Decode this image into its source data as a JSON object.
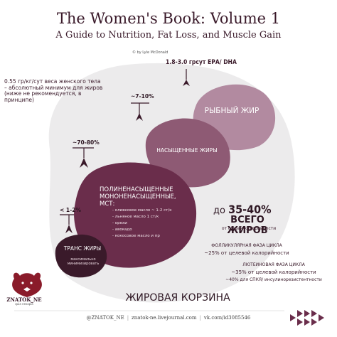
{
  "header": {
    "title": "The Women's Book: Volume 1",
    "subtitle": "A Guide to Nutrition, Fat Loss, and Muscle Gain",
    "author_credit": "© by Lyle McDonald"
  },
  "annotations": {
    "top_value": "1.8-3.0 грсут ЕРА/ DHA",
    "left_note": "0.55 гр/кг/сут веса женского тела – абсолютный минимум для жиров (ниже не рекомендуется, в принципе)",
    "pct_saturated": "~7-10%",
    "pct_mono_poly": "~70-80%",
    "pct_trans": "< 1-2%"
  },
  "circles": {
    "fish_oil": "РЫБНЫЙ ЖИР",
    "saturated": "НАСЫЩЕННЫЕ ЖИРЫ",
    "poly_mono_label": "ПОЛИНЕНАСЫЩЕННЫЕ МОНОНЕНАСЫЩЕННЫЕ, МСТ:",
    "poly_mono_items": [
      "- оливковое масло ~ 1-2 ст/к",
      "- льняное масло 1 ст/к",
      "- орехи",
      "- авокадо",
      "- кокосовое масло и пр"
    ],
    "trans": "ТРАНС ЖИРЫ",
    "trans_sub": "максимально минимизировать"
  },
  "share": {
    "prefix": "до",
    "range": "35-40%",
    "label": "ВСЕГО ЖИРОВ",
    "sub": "от общей калорийности"
  },
  "phases": {
    "follicular_label": "ФОЛЛИКУЛЯРНАЯ ФАЗА ЦИКЛА",
    "follicular_value": "~25% от целевой калорийности",
    "luteal_label": "ЛЮТЕИНОВАЯ ФАЗА ЦИКЛА",
    "luteal_value": "~35% от целевой калорийности",
    "luteal_note": "~40% для СПКЯ/ инсулинорезистентности"
  },
  "basket_title": "ЖИРОВАЯ КОРЗИНА",
  "brand": {
    "name": "ZNATOK_NE",
    "sub": "quia nesapia"
  },
  "footer": {
    "handle": "@ZNATOK_NE",
    "blog": "znatok-ne.livejournal.com",
    "vk": "vk.com/id3085546"
  },
  "colors": {
    "dark_plum": "#4a1c33",
    "plum": "#6a2d4b",
    "mauve": "#8e5a74",
    "light_mauve": "#b28aa0",
    "basket_bg": "#eeeaec",
    "title": "#3a1a2a"
  }
}
